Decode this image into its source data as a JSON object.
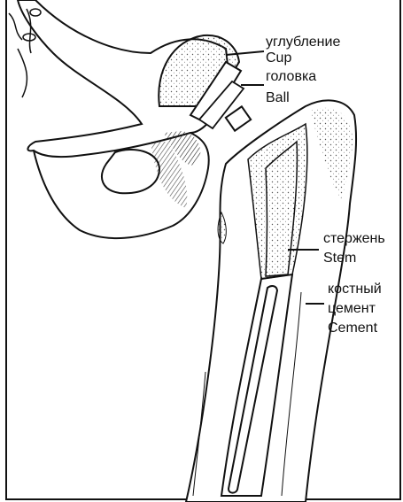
{
  "labels": {
    "cup": {
      "ru": "углубление",
      "en": "Cup"
    },
    "ball": {
      "ru": "головка",
      "en": "Ball"
    },
    "stem": {
      "ru": "стержень",
      "en": "Stem"
    },
    "cement": {
      "ru1": "костный",
      "ru2": "цемент",
      "en": "Cement"
    }
  },
  "colors": {
    "ink": "#111111",
    "paper": "#ffffff",
    "stipple": "#555555"
  }
}
